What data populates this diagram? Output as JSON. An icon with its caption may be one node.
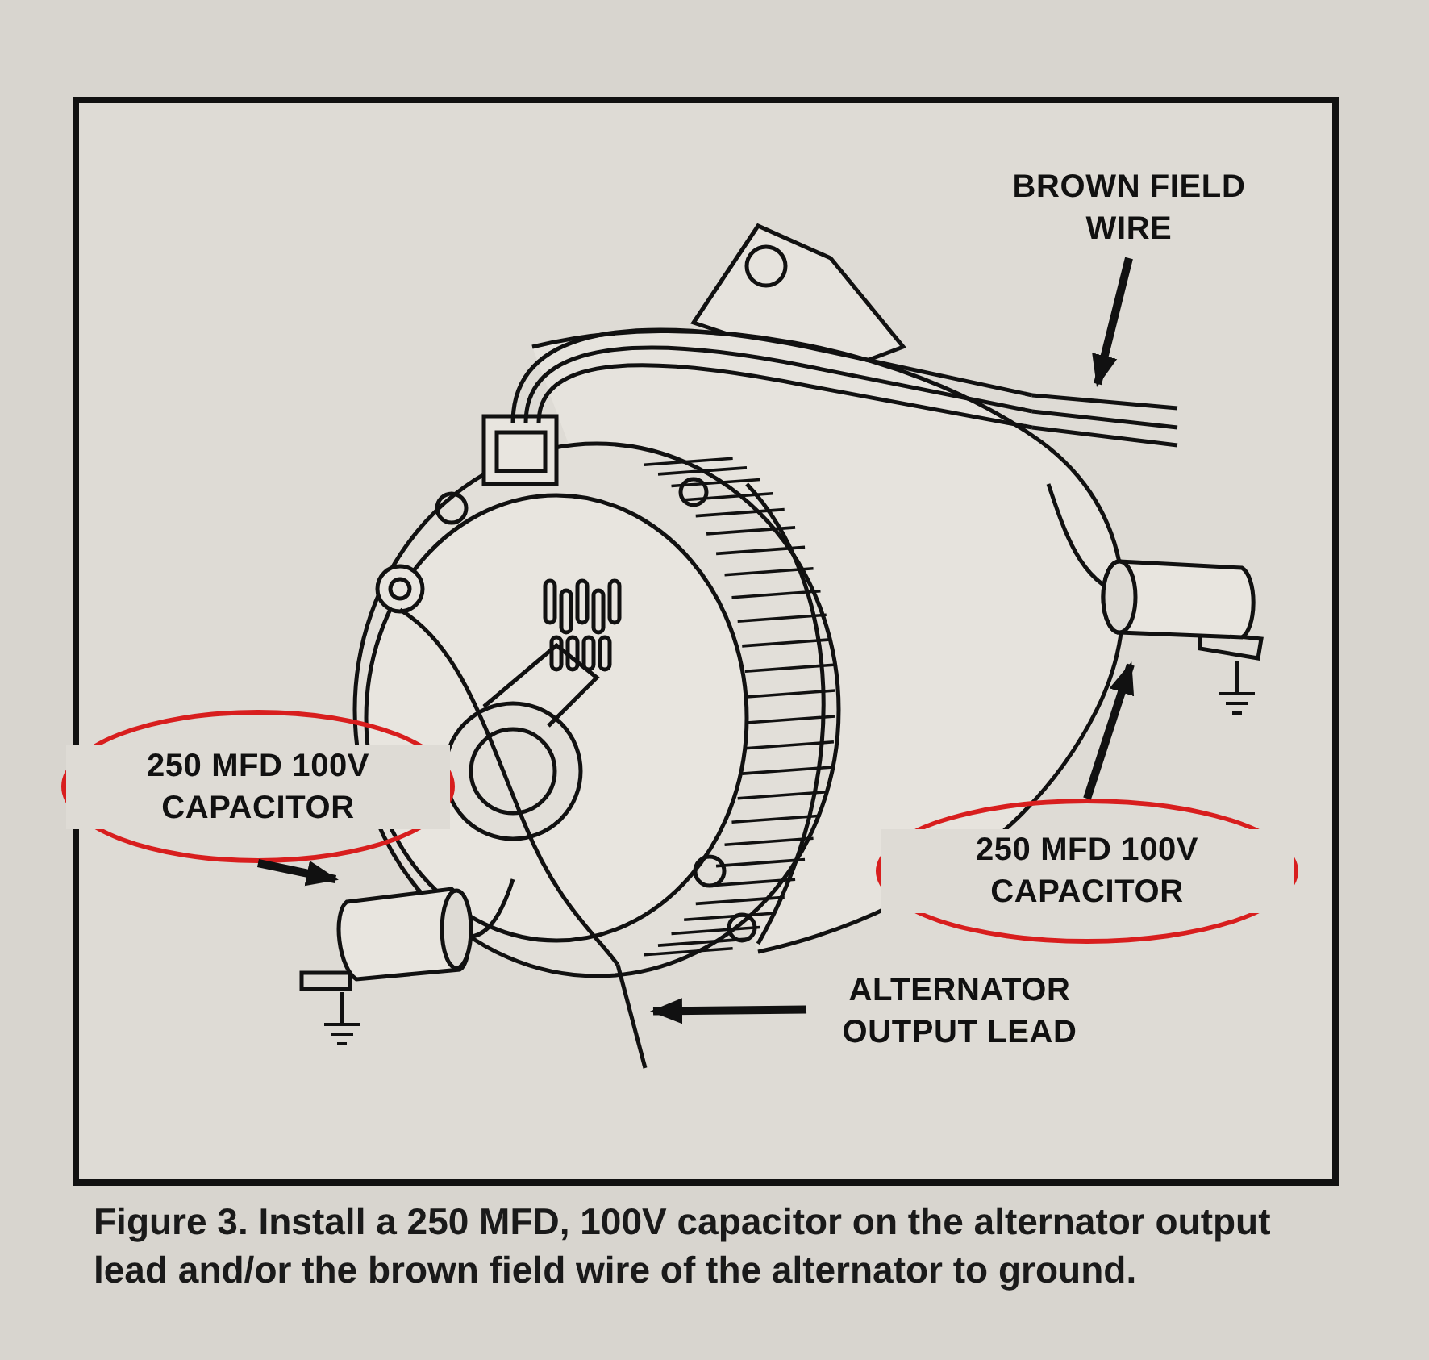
{
  "diagram": {
    "caption": "Figure 3.  Install a 250 MFD, 100V capacitor on the alternator output lead and/or the brown field wire of the alternator to ground.",
    "nodes": [
      {
        "text": [
          "BROWN FIELD WIRE"
        ]
      },
      {
        "text": [],
        "shape": "cable"
      },
      {
        "text": [
          "250 MFD 100V CAPACITOR"
        ]
      },
      {
        "text": [],
        "shape": "cylinder"
      },
      {
        "text": [
          "250 MFD 100V CAPACITOR"
        ]
      },
      {
        "text": [],
        "shape": "cylinder"
      },
      {
        "text": [
          "ALTERNATOR OUTPUT LEAD"
        ]
      },
      {
        "text": [],
        "shape": "cable"
      }
    ],
    "edges": [
      {
        "from": 0,
        "to": 1,
        "arrow": "to"
      },
      {
        "from": 2,
        "to": 3,
        "arrow": "to"
      },
      {
        "from": 4,
        "to": 5,
        "arrow": "to"
      },
      {
        "from": 6,
        "to": 7,
        "arrow": "to"
      }
    ]
  }
}
